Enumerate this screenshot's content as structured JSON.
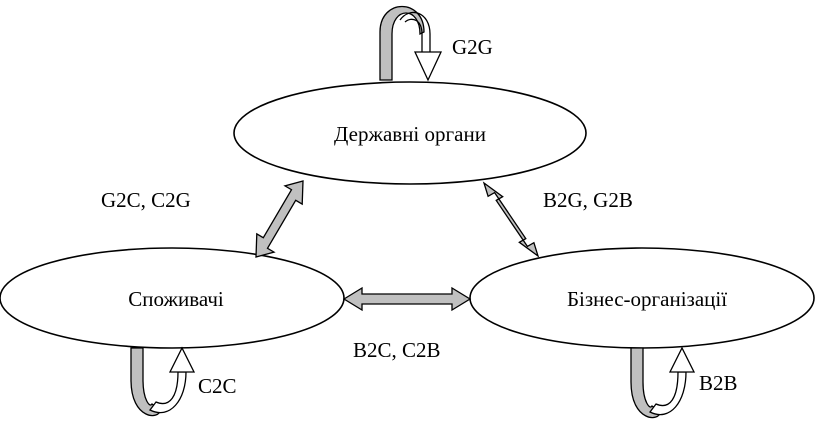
{
  "nodes": {
    "government": "Державні органи",
    "consumers": "Споживачі",
    "business": "Бізнес-організації"
  },
  "relations": {
    "g2g": "G2G",
    "g2c_c2g": "G2C, C2G",
    "b2g_g2b": "B2G, G2B",
    "b2c_c2b": "B2C, C2B",
    "c2c": "C2C",
    "b2b": "B2B"
  },
  "colors": {
    "arrow_fill": "#c0c0c0",
    "stroke": "#000000",
    "background": "#ffffff"
  }
}
